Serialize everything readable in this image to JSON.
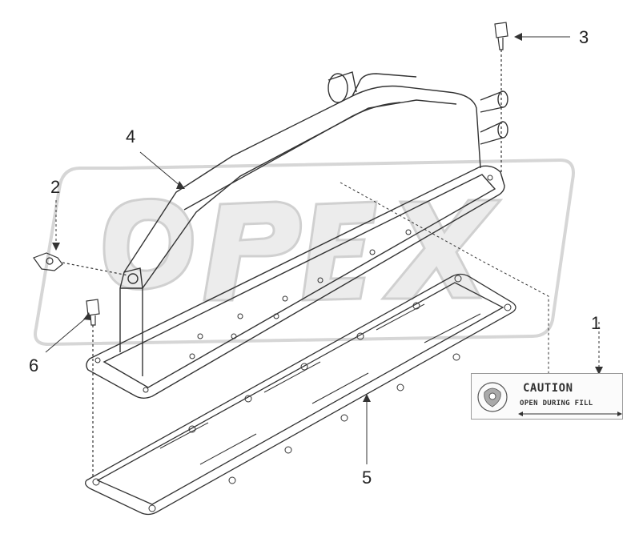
{
  "callouts": [
    {
      "id": "1",
      "label": "1"
    },
    {
      "id": "2",
      "label": "2"
    },
    {
      "id": "3",
      "label": "3"
    },
    {
      "id": "4",
      "label": "4"
    },
    {
      "id": "5",
      "label": "5"
    },
    {
      "id": "6",
      "label": "6"
    }
  ],
  "caution_label": {
    "title": "CAUTION",
    "subtitle": "OPEN DURING FILL"
  },
  "watermark": {
    "text": "OPEX",
    "color": "#d9d9d9"
  },
  "colors": {
    "line": "#333333",
    "background": "#ffffff"
  }
}
